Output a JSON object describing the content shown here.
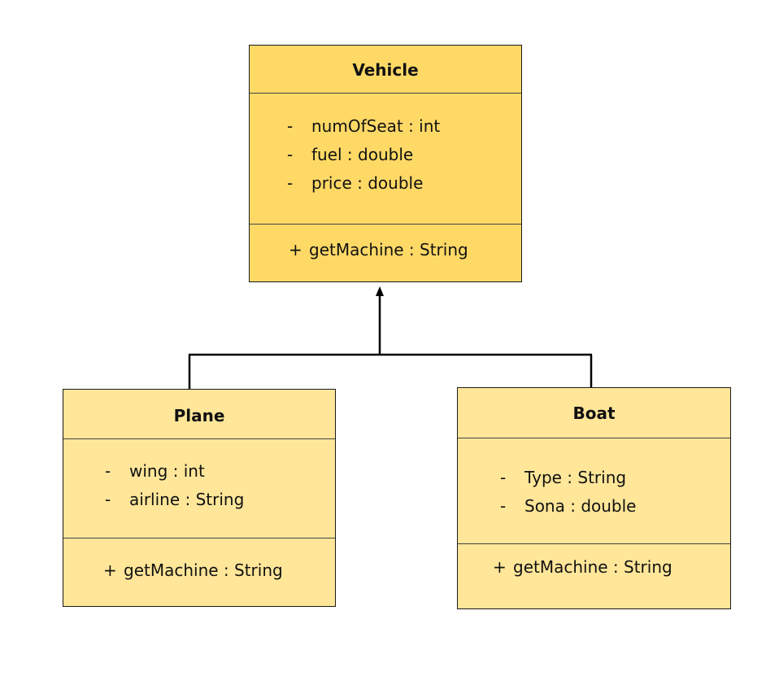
{
  "classes": {
    "vehicle": {
      "name": "Vehicle",
      "attributes": [
        {
          "vis": "-",
          "text": "numOfSeat : int"
        },
        {
          "vis": "-",
          "text": "fuel : double"
        },
        {
          "vis": "-",
          "text": "price : double"
        }
      ],
      "methods": [
        {
          "vis": "+",
          "text": "getMachine : String"
        }
      ]
    },
    "plane": {
      "name": "Plane",
      "attributes": [
        {
          "vis": "-",
          "text": "wing : int"
        },
        {
          "vis": "-",
          "text": "airline : String"
        }
      ],
      "methods": [
        {
          "vis": "+",
          "text": "getMachine : String"
        }
      ]
    },
    "boat": {
      "name": "Boat",
      "attributes": [
        {
          "vis": "-",
          "text": "Type : String"
        },
        {
          "vis": "-",
          "text": "Sona : double"
        }
      ],
      "methods": [
        {
          "vis": "+",
          "text": "getMachine : String"
        }
      ]
    }
  },
  "colors": {
    "parent_fill": "#ffd966",
    "child_fill": "#ffe699",
    "border": "#1a1a1a"
  }
}
